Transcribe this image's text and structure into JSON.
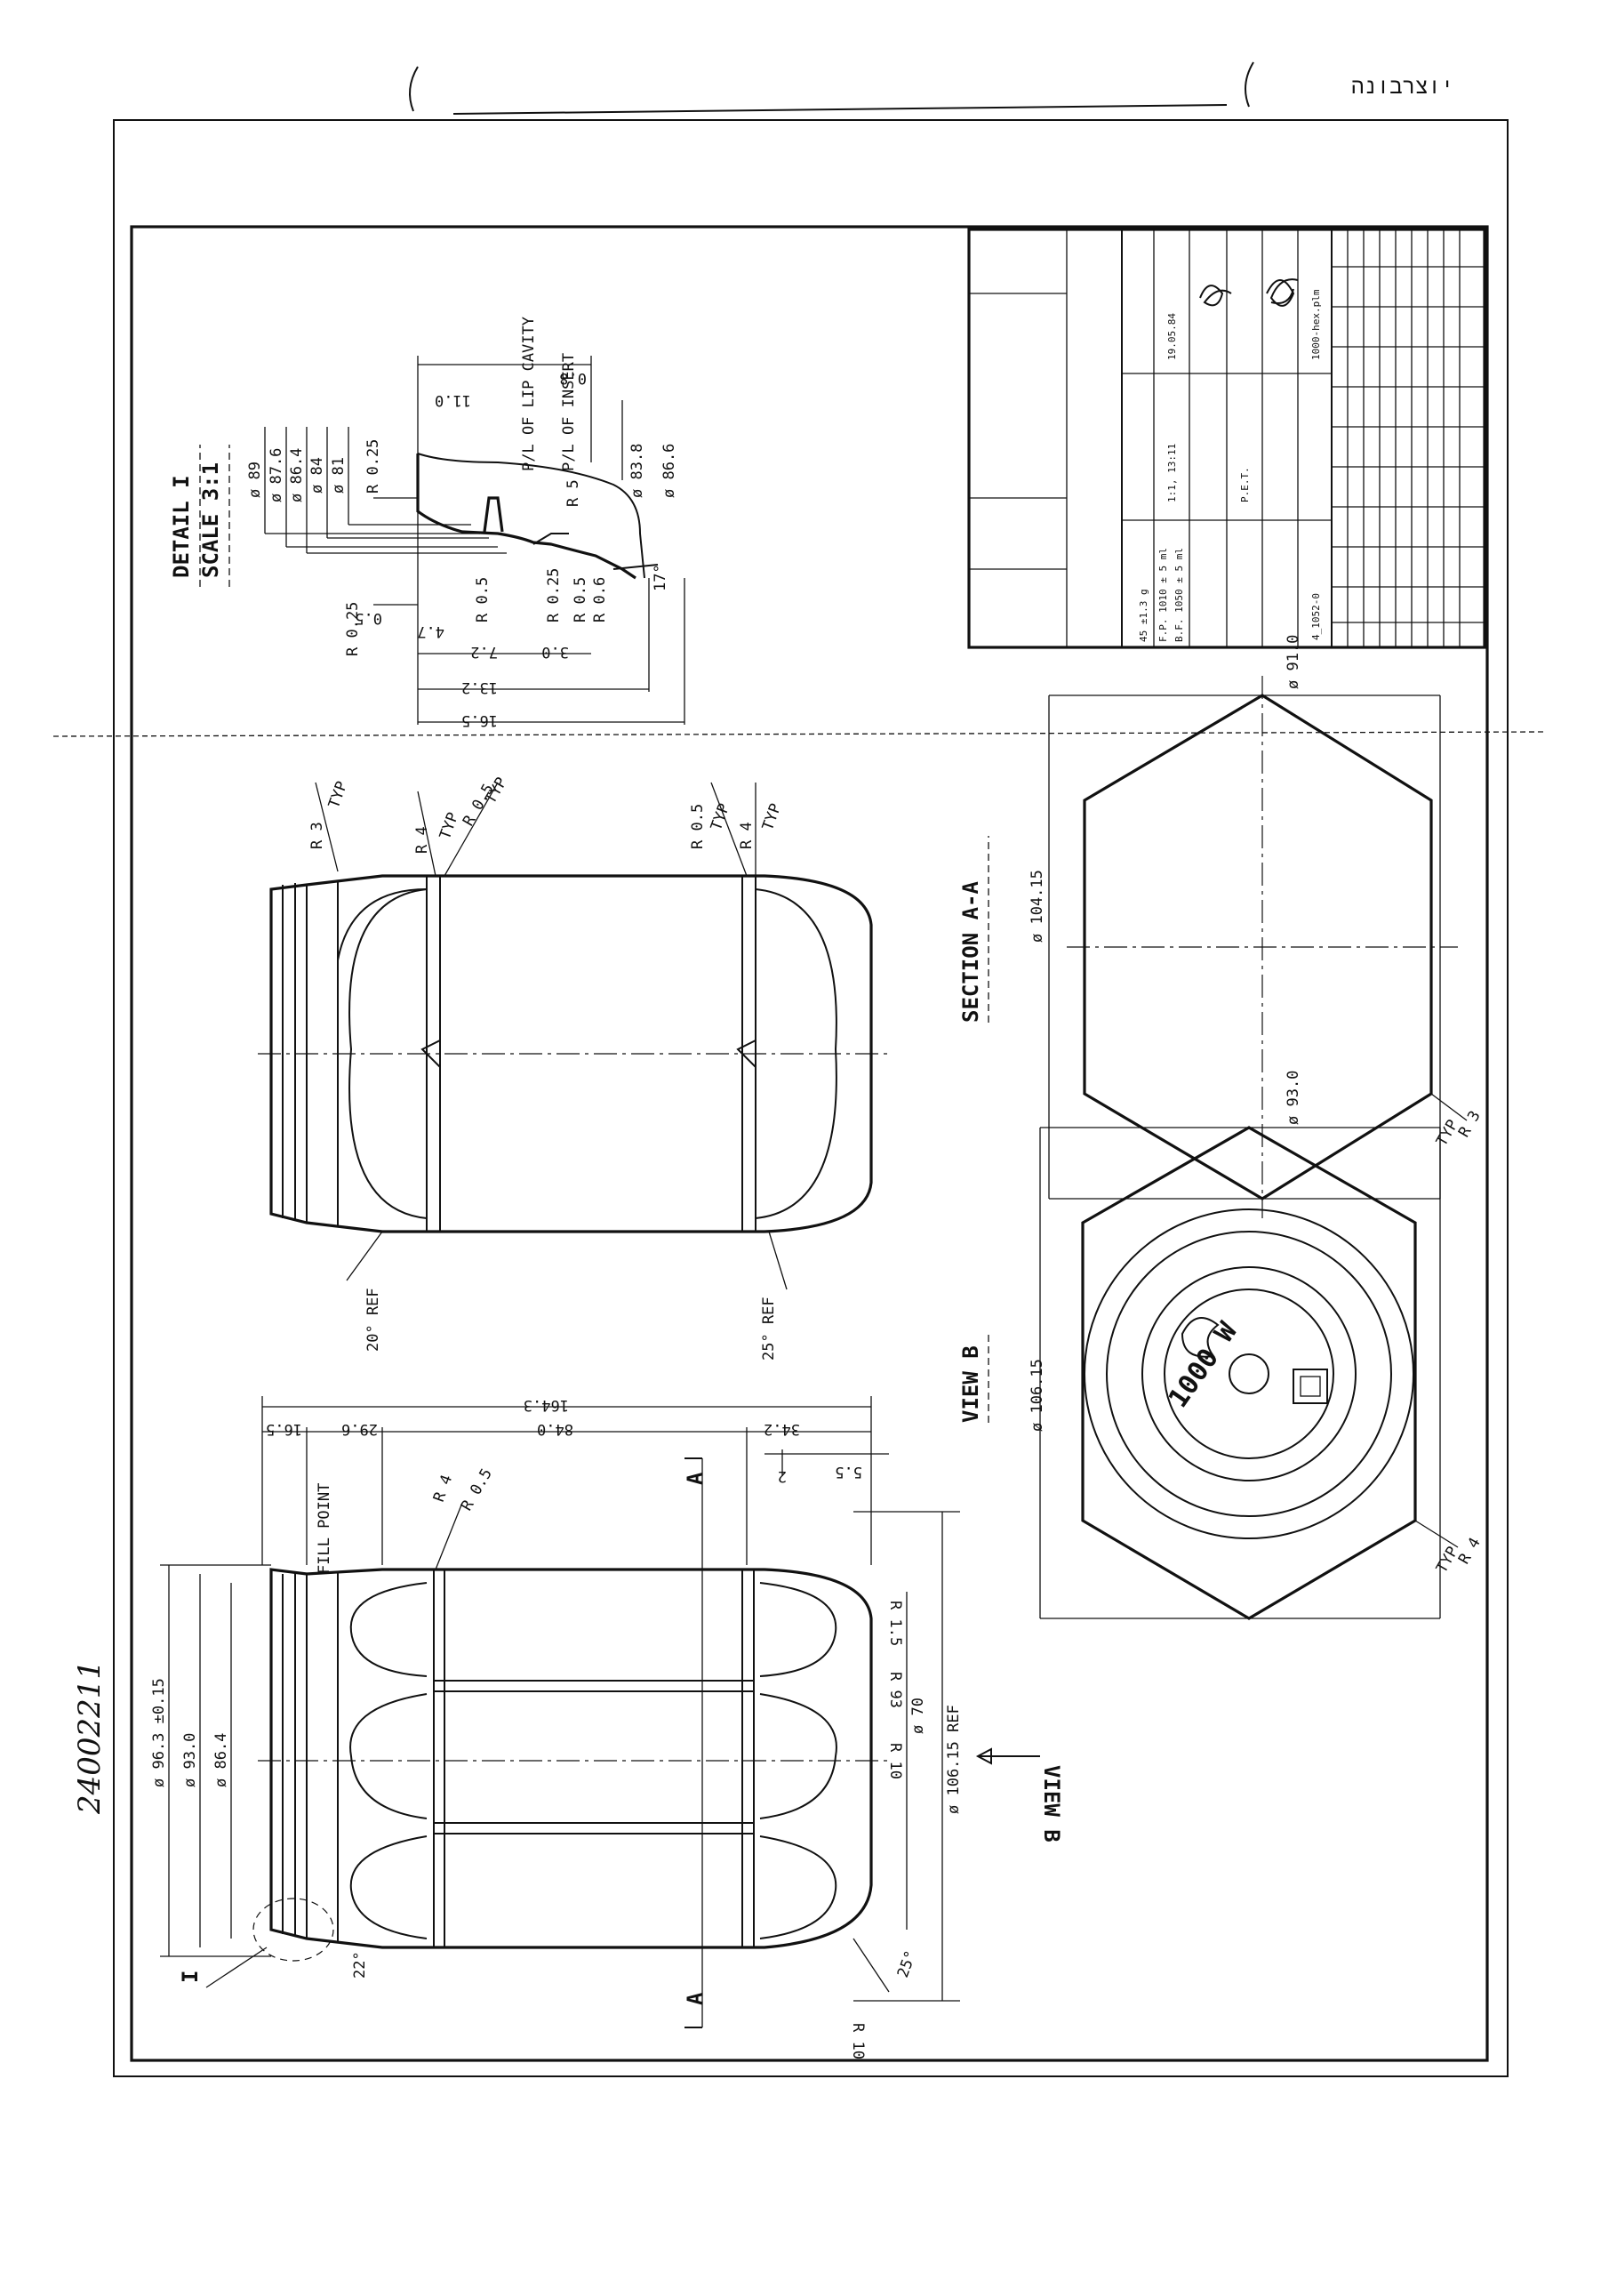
{
  "drawing": {
    "corner_stamp": "יוצרבונה",
    "handwritten_number": "24002211",
    "views": {
      "detail": {
        "title": "DETAIL I",
        "scale": "SCALE 3:1"
      },
      "section": "SECTION A-A",
      "view_b": "VIEW B",
      "view_b_arrow": "VIEW B",
      "detail_marker": "I",
      "cut_marker": "A"
    },
    "detail_dims": [
      "ø 89",
      "ø 87.6",
      "ø 86.4",
      "ø 84",
      "ø 81",
      "R 0.25",
      "11.0",
      "0.8",
      "P/L OF LIP CAVITY",
      "P/L OF INSERT",
      "ø 83.8",
      "ø 86.6",
      "R 5",
      "17°",
      "R 0.25",
      "0.5",
      "4.7",
      "R 0.5",
      "R 0.25",
      "R 0.5",
      "R 0.6",
      "3.0",
      "7.2",
      "13.2",
      "16.5"
    ],
    "side_dims": [
      "R 3",
      "TYP",
      "R 4",
      "TYP",
      "R 0.5",
      "TYP",
      "R 0.5",
      "TYP",
      "R 4",
      "TYP",
      "20° REF",
      "25° REF"
    ],
    "main_dims": [
      "ø 96.3 ±0.15",
      "ø 93.0",
      "ø 86.4",
      "164.3",
      "16.5",
      "29.6",
      "84.0",
      "34.2",
      "FILL POINT",
      "R 4",
      "R 0.5",
      "5.5",
      "2",
      "R 1.5",
      "R 93",
      "R 10",
      "ø 70",
      "ø 106.15 REF",
      "25°",
      "R 10",
      "22°"
    ],
    "section_dims": [
      "ø 91.0",
      "ø 104.15",
      "R 3",
      "TYP"
    ],
    "viewb_dims": [
      "ø 93.0",
      "ø 106.15",
      "R 4",
      "TYP",
      "1000 W"
    ],
    "title_block": {
      "material": "P.E.T.",
      "scale": "1:1, 13:11",
      "date": "19.05.84",
      "drawing_no": "4_1052-0",
      "file": "1000-hex.plm",
      "weight": "45 ±1.3 g",
      "tolerances": [
        "F.P. 1010 ± 5 ml",
        "B.F. 1050 ± 5 ml"
      ]
    }
  }
}
